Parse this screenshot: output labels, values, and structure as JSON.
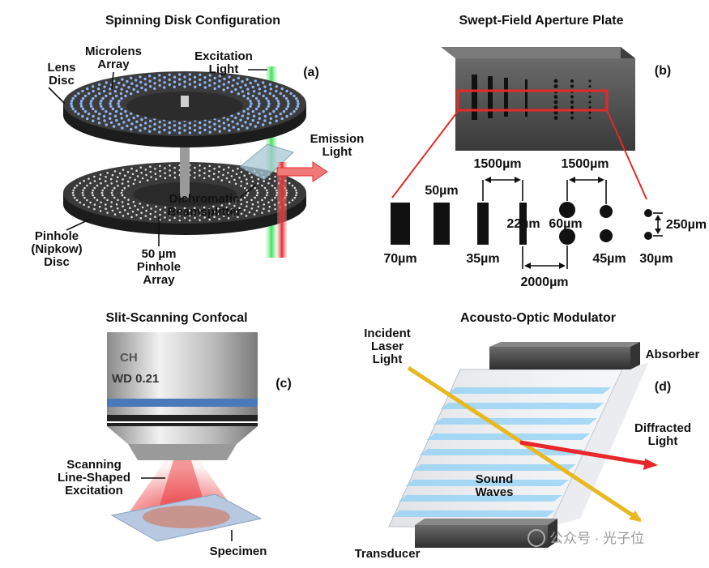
{
  "panels": {
    "a": {
      "title": "Spinning Disk Configuration",
      "tag": "(a)",
      "labels": {
        "microlens_1": "Microlens",
        "microlens_2": "Array",
        "lens_disc_1": "Lens",
        "lens_disc_2": "Disc",
        "excitation_1": "Excitation",
        "excitation_2": "Light",
        "emission_1": "Emission",
        "emission_2": "Light",
        "dichroic_1": "Dichromatic",
        "dichroic_2": "Beamsplitter",
        "pinhole_disc_1": "Pinhole",
        "pinhole_disc_2": "(Nipkow)",
        "pinhole_disc_3": "Disc",
        "pinhole_array_1": "50 µm",
        "pinhole_array_2": "Pinhole",
        "pinhole_array_3": "Array"
      }
    },
    "b": {
      "title": "Swept-Field Aperture Plate",
      "tag": "(b)",
      "labels": {
        "w70": "70µm",
        "w50": "50µm",
        "w35": "35µm",
        "w22": "22µm",
        "d60": "60µm",
        "d45": "45µm",
        "d30": "30µm",
        "sp1500a": "1500µm",
        "sp1500b": "1500µm",
        "sp2000": "2000µm",
        "sp250": "250µm"
      }
    },
    "c": {
      "title": "Slit-Scanning Confocal",
      "tag": "(c)",
      "labels": {
        "objective_1": "CH",
        "objective_2": "WD 0.21",
        "scan_1": "Scanning",
        "scan_2": "Line-Shaped",
        "scan_3": "Excitation",
        "specimen": "Specimen"
      }
    },
    "d": {
      "title": "Acousto-Optic Modulator",
      "tag": "(d)",
      "labels": {
        "incident_1": "Incident",
        "incident_2": "Laser",
        "incident_3": "Light",
        "absorber": "Absorber",
        "diffracted_1": "Diffracted",
        "diffracted_2": "Light",
        "sound_1": "Sound",
        "sound_2": "Waves",
        "transducer": "Transducer"
      }
    }
  },
  "watermark": "公众号 · 光子位",
  "colors": {
    "laser_green": "#3fe05a",
    "laser_red": "#e8262b",
    "disc_dark": "#2b2b2b",
    "dot_blue": "#8fb4f0",
    "sound_blue": "#8fd0f5",
    "beam_yellow": "#e8b820"
  }
}
